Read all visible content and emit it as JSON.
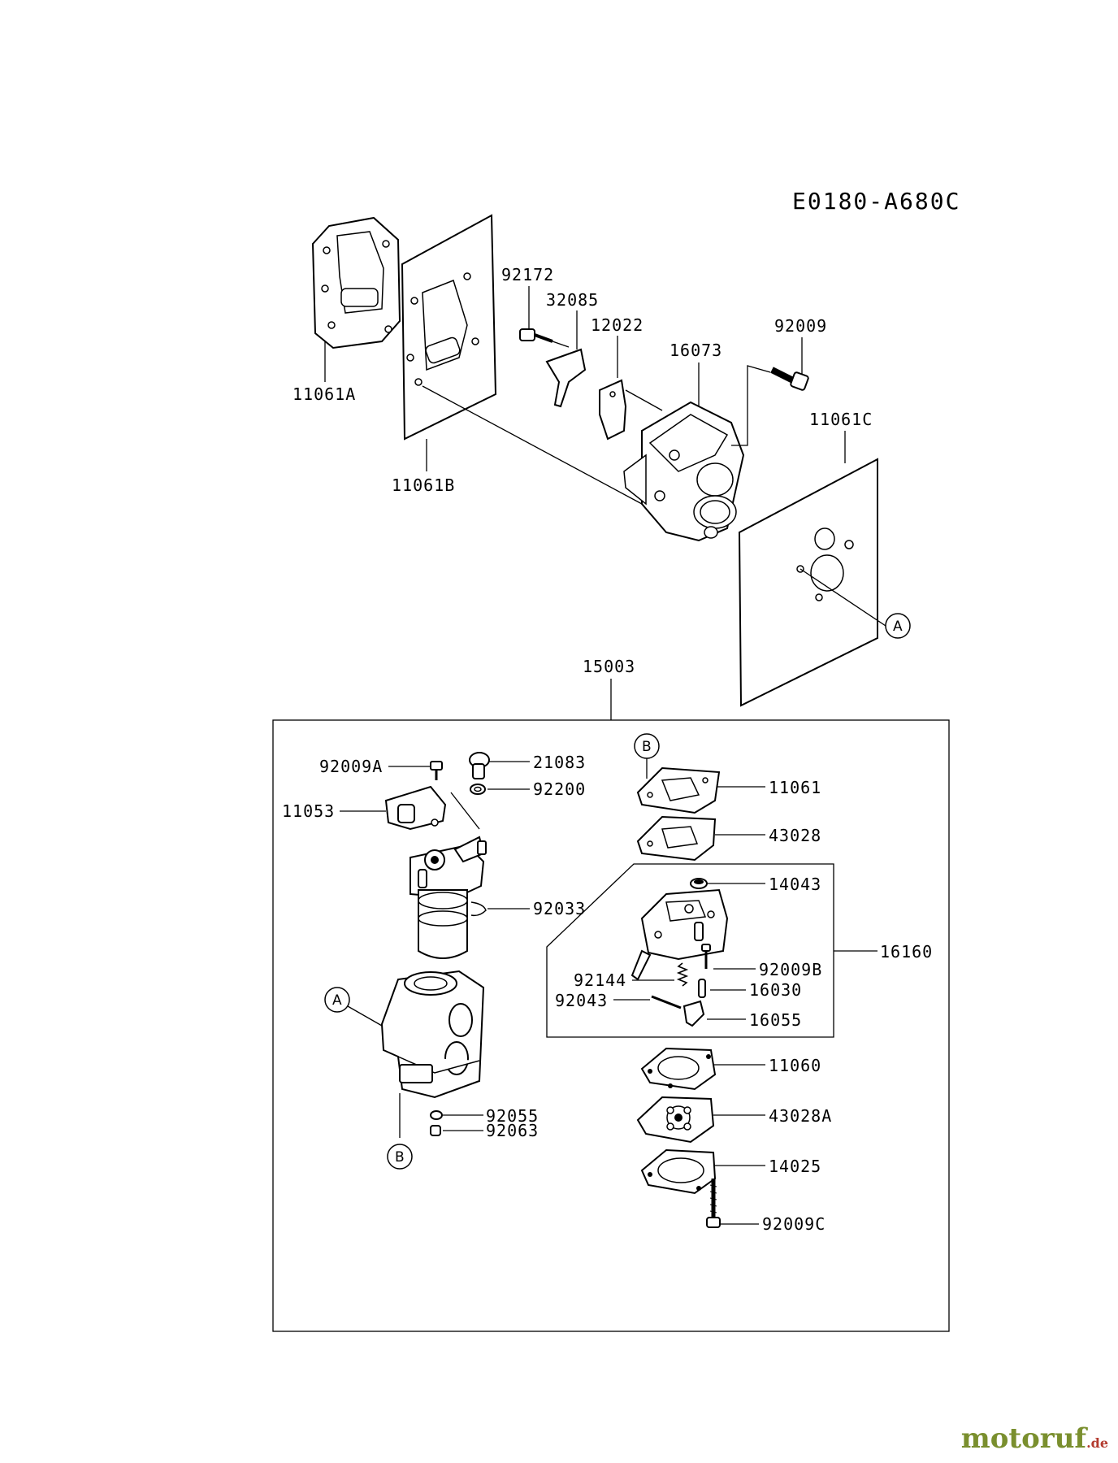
{
  "diagram_code": "E0180-A680C",
  "watermark": {
    "name": "motoruf",
    "tld": ".de"
  },
  "labels": {
    "p11061A": "11061A",
    "p11061B": "11061B",
    "p92172": "92172",
    "p32085": "32085",
    "p12022": "12022",
    "p16073": "16073",
    "p92009": "92009",
    "p11061C": "11061C",
    "p15003": "15003",
    "p92009A": "92009A",
    "p21083": "21083",
    "p92200": "92200",
    "p11053": "11053",
    "p92033": "92033",
    "p92055": "92055",
    "p92063": "92063",
    "p11061": "11061",
    "p43028": "43028",
    "p14043": "14043",
    "p16160": "16160",
    "p92009B": "92009B",
    "p92144": "92144",
    "p16030": "16030",
    "p92043": "92043",
    "p16055": "16055",
    "p11060": "11060",
    "p43028A": "43028A",
    "p14025": "14025",
    "p92009C": "92009C"
  },
  "refs": {
    "a": "A",
    "b": "B"
  },
  "colors": {
    "ink": "#000000",
    "watermark_green": "#7a8f2e",
    "watermark_red": "#b33a2e"
  }
}
